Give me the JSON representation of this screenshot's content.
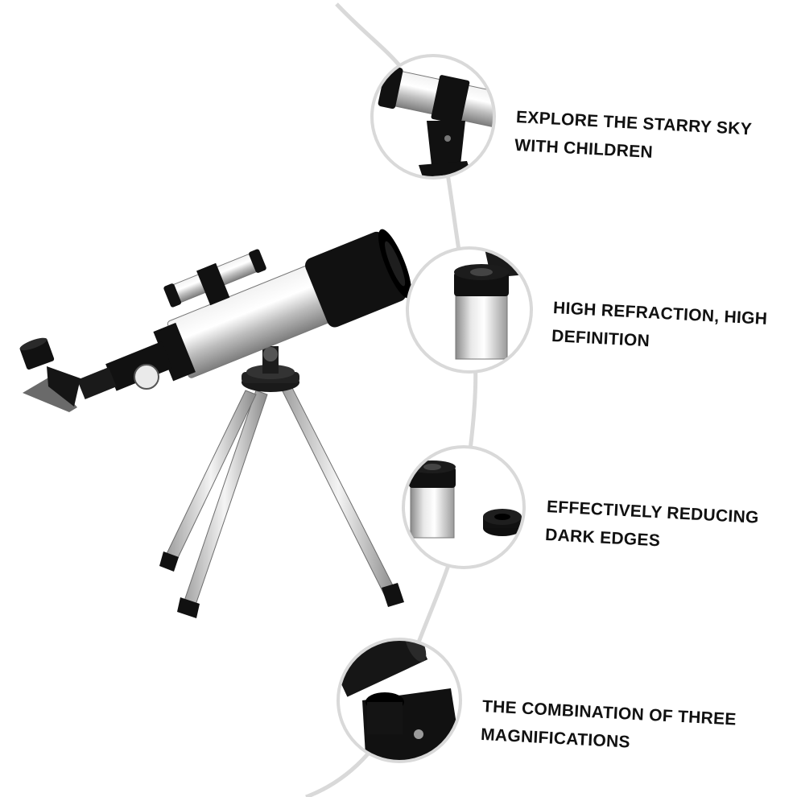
{
  "colors": {
    "background": "#ffffff",
    "curve": "#d9d9d9",
    "silver": "#c8c8c8",
    "black": "#111111",
    "text": "#111111"
  },
  "features": [
    {
      "line1": "EXPLORE THE STARRY SKY",
      "line2": "WITH CHILDREN",
      "icon": "finder-scope-detail"
    },
    {
      "line1": "HIGH REFRACTION, HIGH",
      "line2": "DEFINITION",
      "icon": "eyepiece-detail"
    },
    {
      "line1": "EFFECTIVELY REDUCING",
      "line2": "DARK EDGES",
      "icon": "eyepiece-and-cap-detail"
    },
    {
      "line1": "THE COMBINATION OF THREE",
      "line2": "MAGNIFICATIONS",
      "icon": "focuser-detail"
    }
  ]
}
